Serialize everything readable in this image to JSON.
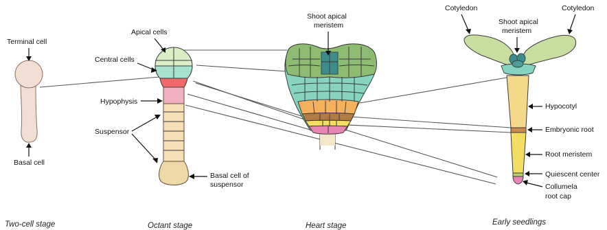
{
  "colors": {
    "pale_peach": "#f2ded3",
    "apical_green": "#d9edc6",
    "central_teal": "#a8e0d0",
    "hypophysis_red": "#f06a6a",
    "hypophysis_pink": "#f1b0c0",
    "suspensor_tan": "#f4e0b4",
    "basal_tan": "#efd9a8",
    "cotyledon_green": "#c7dea0",
    "dark_green": "#8dbb72",
    "meristem_blue": "#3f8c8c",
    "teal_layer": "#86d4bf",
    "orange_layer": "#f6b15c",
    "brown_layer": "#b07c43",
    "yellow": "#f3dd63",
    "magenta": "#e785b5"
  },
  "labels": {
    "terminal_cell": "Terminal cell",
    "basal_cell": "Basal cell",
    "apical_cells": "Apical cells",
    "central_cells": "Central cells",
    "hypophysis": "Hypophysis",
    "suspensor": "Suspensor",
    "basal_cell_of_suspensor_1": "Basal cell of",
    "basal_cell_of_suspensor_2": "suspensor",
    "shoot_apical_meristem_heart_1": "Shoot apical",
    "shoot_apical_meristem_heart_2": "meristem",
    "cotyledon_left": "Cotyledon",
    "cotyledon_right": "Cotyledon",
    "shoot_apical_meristem_seedling_1": "Shoot apical",
    "shoot_apical_meristem_seedling_2": "meristem",
    "hypocotyl": "Hypocotyl",
    "embryonic_root": "Embryonic root",
    "root_meristem": "Root meristem",
    "quiescent_center": "Quiescent center",
    "columella_1": "Collumela",
    "columella_2": "root cap"
  },
  "stages": {
    "two_cell": "Two-cell stage",
    "octant": "Octant stage",
    "heart": "Heart stage",
    "seedling": "Early seedlings"
  }
}
